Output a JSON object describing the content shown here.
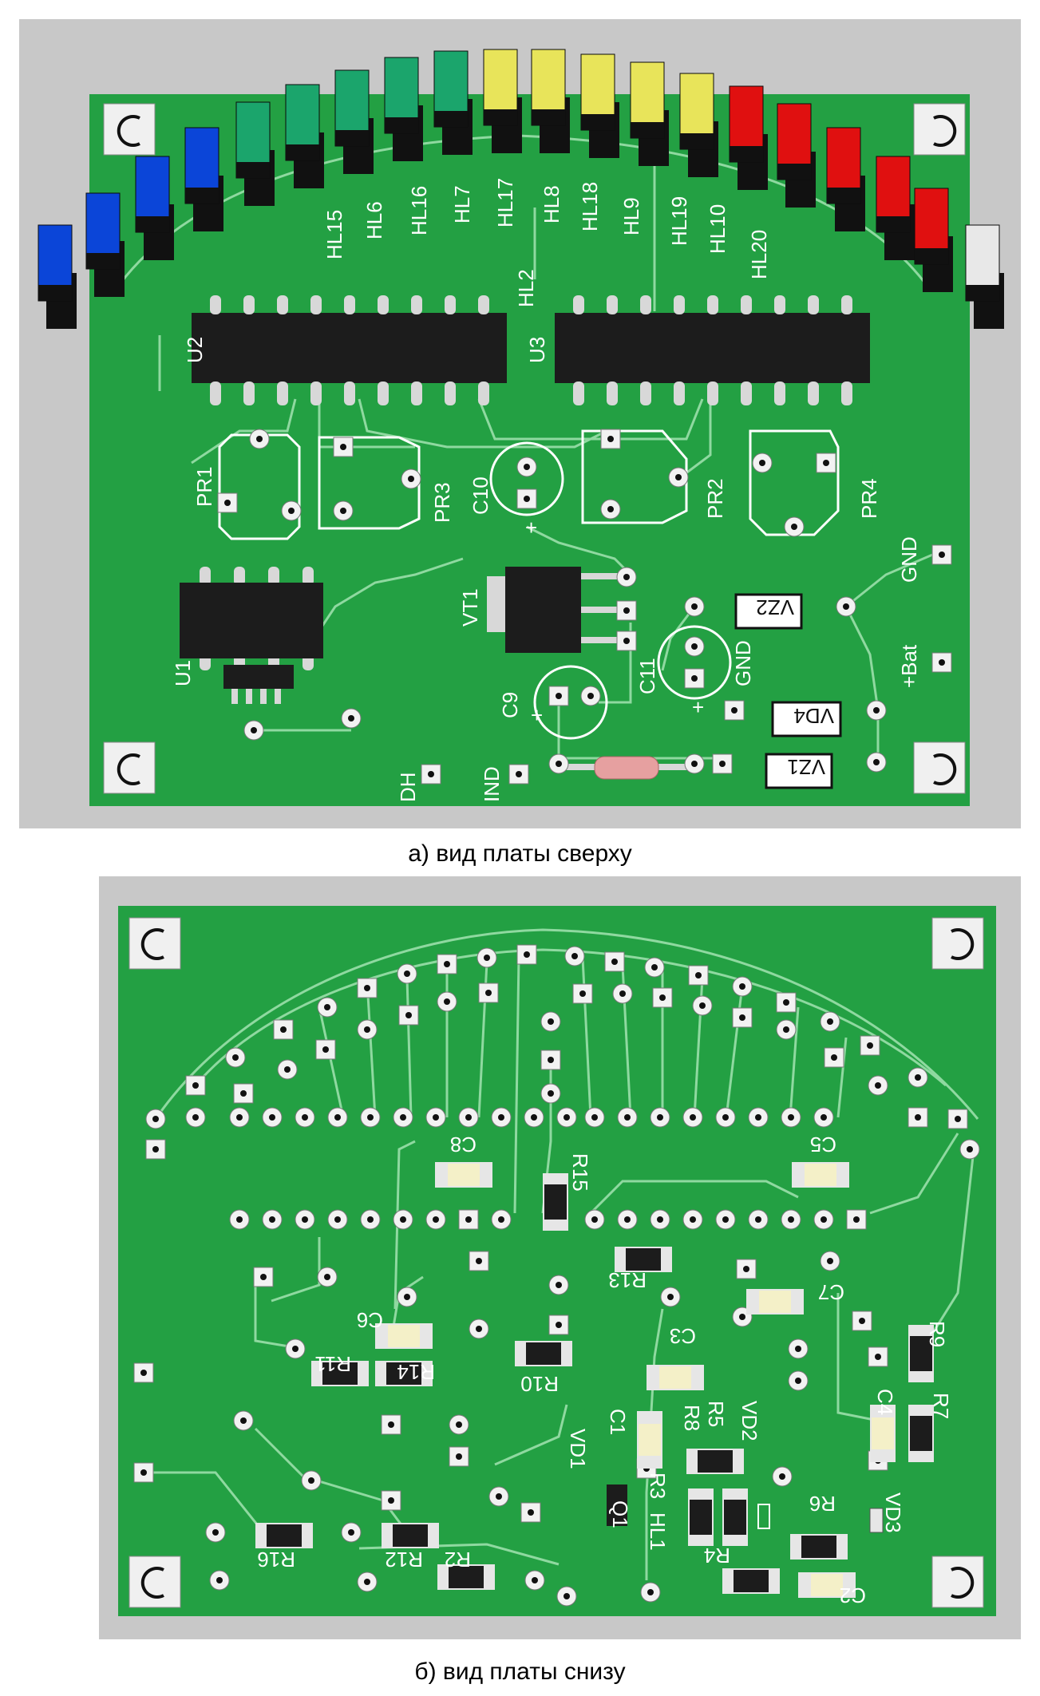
{
  "captions": {
    "top": "а) вид платы сверху",
    "bottom": "б) вид платы снизу"
  },
  "colors": {
    "pcb": "#23a043",
    "trace": "#8fd9a0",
    "frame": "#c8c8c8",
    "led_blue": "#0b45d8",
    "led_green": "#1ba56c",
    "led_yellow": "#e8e45a",
    "led_red": "#e01010",
    "led_white": "#e8e8e8",
    "chip": "#1c1c1c",
    "pin": "#d8d8d8"
  },
  "top_labels": {
    "hl15": "HL15",
    "hl6": "HL6",
    "hl16": "HL16",
    "hl7": "HL7",
    "hl17": "HL17",
    "hl8": "HL8",
    "hl18": "HL18",
    "hl9": "HL9",
    "hl19": "HL19",
    "hl10": "HL10",
    "hl20": "HL20",
    "hl2": "HL2",
    "u2": "U2",
    "u3": "U3",
    "pr1": "PR1",
    "pr3": "PR3",
    "c10": "C10",
    "pr2": "PR2",
    "pr4": "PR4",
    "gnd1": "GND",
    "bat": "+Bat",
    "gnd2": "GND",
    "vt1": "VT1",
    "u1": "U1",
    "c9": "C9",
    "c11": "C11",
    "vz2": "VZ2",
    "vd4": "VD4",
    "vz1": "VZ1",
    "dh": "DH",
    "ind": "IND",
    "plus1": "+",
    "plus2": "+",
    "plus3": "+"
  },
  "bottom_labels": {
    "c8": "C8",
    "c5": "C5",
    "r15": "R15",
    "r13": "R13",
    "c7": "C7",
    "c6": "C6",
    "r11": "R11",
    "r14": "R14",
    "r10": "R10",
    "c3": "C3",
    "r9": "R9",
    "r7": "R7",
    "c4": "C4",
    "c1": "C1",
    "r8": "R8",
    "r5": "R5",
    "vd2": "VD2",
    "vd1": "VD1",
    "q1": "Q1",
    "r3": "R3",
    "hl1": "HL1",
    "r6": "R6",
    "vd3": "VD3",
    "r16": "R16",
    "r12": "R12",
    "r2": "R2",
    "r4": "R4",
    "c2": "C2"
  }
}
